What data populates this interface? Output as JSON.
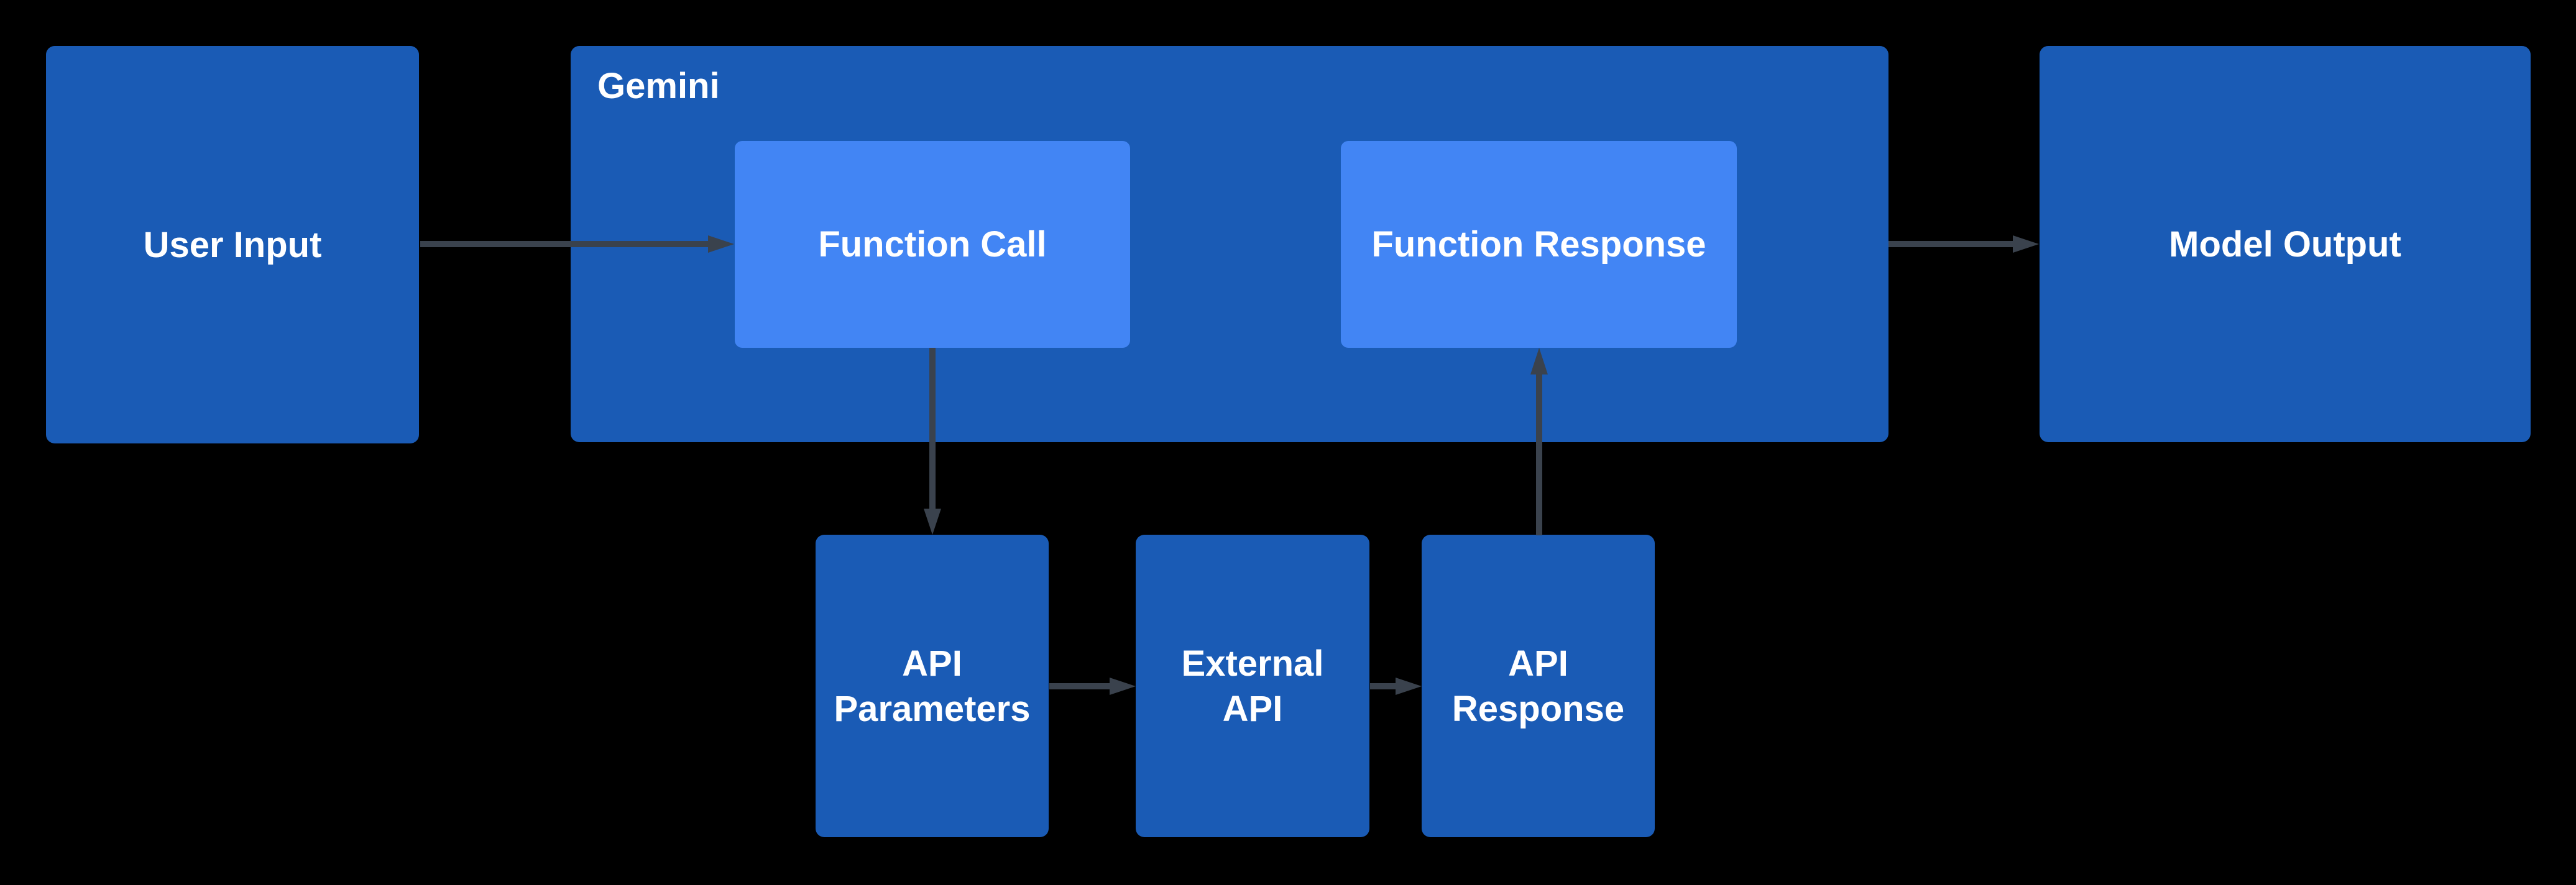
{
  "diagram": {
    "nodes": {
      "user_input": {
        "label": "User Input",
        "variant": "primary"
      },
      "gemini": {
        "label": "Gemini",
        "variant": "container"
      },
      "function_call": {
        "label": "Function Call",
        "variant": "accent"
      },
      "function_response": {
        "label": "Function Response",
        "variant": "accent"
      },
      "model_output": {
        "label": "Model Output",
        "variant": "primary"
      },
      "api_parameters": {
        "label": "API Parameters",
        "variant": "primary"
      },
      "external_api": {
        "label": "External API",
        "variant": "primary"
      },
      "api_response": {
        "label": "API Response",
        "variant": "primary"
      }
    },
    "edges": [
      {
        "from": "user_input",
        "to": "function_call",
        "direction": "right"
      },
      {
        "from": "function_call",
        "to": "api_parameters",
        "direction": "down"
      },
      {
        "from": "api_parameters",
        "to": "external_api",
        "direction": "right"
      },
      {
        "from": "external_api",
        "to": "api_response",
        "direction": "right"
      },
      {
        "from": "api_response",
        "to": "function_response",
        "direction": "up"
      },
      {
        "from": "gemini",
        "to": "model_output",
        "direction": "right"
      }
    ],
    "colors": {
      "background": "#000000",
      "node_primary": "#1A5BB5",
      "node_accent": "#4285F4",
      "arrow": "#3A424D",
      "text": "#FFFFFF"
    }
  }
}
